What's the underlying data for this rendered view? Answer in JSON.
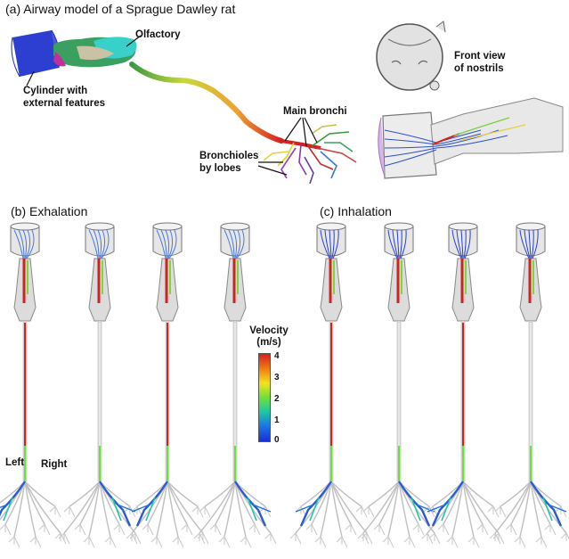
{
  "panel_a": {
    "title": "(a) Airway model of a Sprague Dawley rat",
    "labels": {
      "olfactory": "Olfactory",
      "cylinder_line1": "Cylinder with",
      "cylinder_line2": "external features",
      "main_bronchi": "Main bronchi",
      "bronchioles_line1": "Bronchioles",
      "bronchioles_line2": "by lobes",
      "front_view_line1": "Front view",
      "front_view_line2": "of nostrils"
    }
  },
  "panel_b": {
    "title": "(b) Exhalation",
    "side_left": "Left",
    "side_right": "Right"
  },
  "panel_c": {
    "title": "(c) Inhalation"
  },
  "colorbar": {
    "title_line1": "Velocity",
    "title_line2": "(m/s)",
    "ticks": [
      "4",
      "3",
      "2",
      "1",
      "0"
    ],
    "colors": [
      "#d42020",
      "#f07a10",
      "#f3e21a",
      "#6ee03a",
      "#1ac7a5",
      "#1a72e8",
      "#1a2fd6"
    ]
  }
}
